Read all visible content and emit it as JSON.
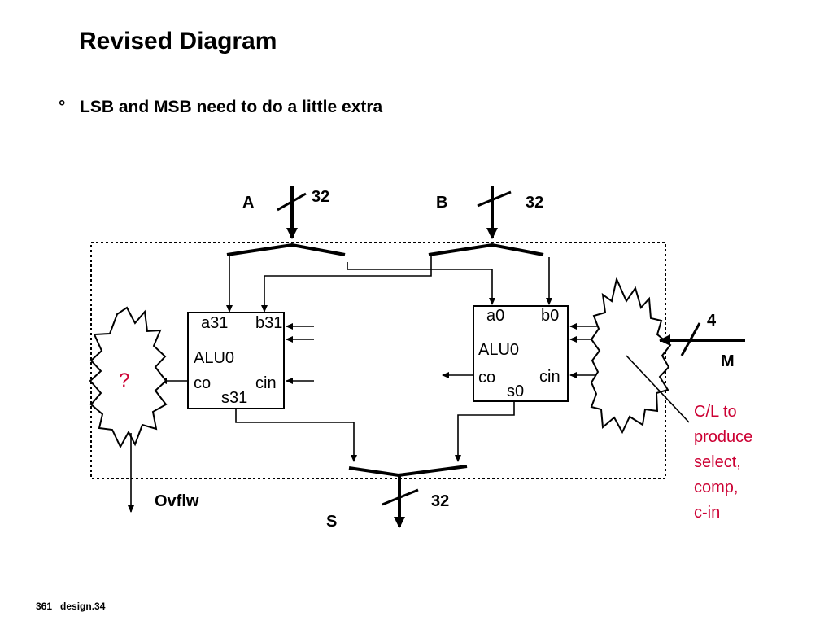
{
  "title": "Revised Diagram",
  "bullet": {
    "marker": "°",
    "text": "LSB and MSB need to do a little extra"
  },
  "inputs": {
    "a": {
      "label": "A",
      "width": "32"
    },
    "b": {
      "label": "B",
      "width": "32"
    },
    "m": {
      "label": "M",
      "width": "4"
    }
  },
  "output": {
    "label": "S",
    "width": "32"
  },
  "alu_msb": {
    "name": "ALU0",
    "in_a": "a31",
    "in_b": "b31",
    "carry_out": "co",
    "carry_in": "cin",
    "sum": "s31"
  },
  "alu_lsb": {
    "name": "ALU0",
    "in_a": "a0",
    "in_b": "b0",
    "carry_out": "co",
    "carry_in": "cin",
    "sum": "s0"
  },
  "unknown_block": {
    "label": "?"
  },
  "overflow": {
    "label": "Ovflw"
  },
  "control_note": {
    "lines": [
      "C/L to",
      "produce",
      "select,",
      "comp,",
      "c-in"
    ]
  },
  "footer": {
    "page": "361",
    "file": "design.34"
  },
  "colors": {
    "accent": "#cc0033",
    "line": "#000000"
  }
}
